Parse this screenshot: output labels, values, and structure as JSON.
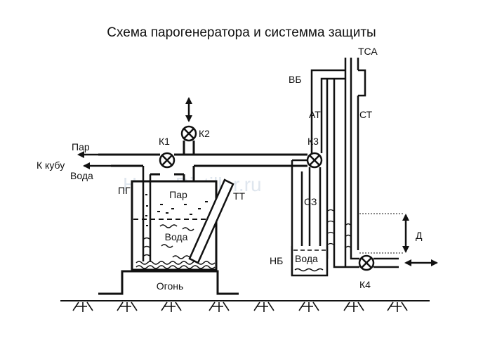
{
  "title": "Схема парогенератора и систeмма защиты",
  "watermark": "HomeDistiller.ru",
  "labels": {
    "par_out": "Пар",
    "k_kubu": "К кубу",
    "voda_out": "Вода",
    "k1": "К1",
    "k2": "К2",
    "k3": "К3",
    "k4": "К4",
    "pg": "ПГ",
    "par_inside": "Пар",
    "tt": "ТТ",
    "voda_pg": "Вода",
    "ogon": "Огонь",
    "vb": "ВБ",
    "tsa": "ТСА",
    "at": "АТ",
    "st": "СТ",
    "sz": "СЗ",
    "nb": "НБ",
    "voda_nb": "Вода",
    "d": "Д"
  },
  "colors": {
    "line": "#111111",
    "watermark": "#dfe6ee"
  }
}
